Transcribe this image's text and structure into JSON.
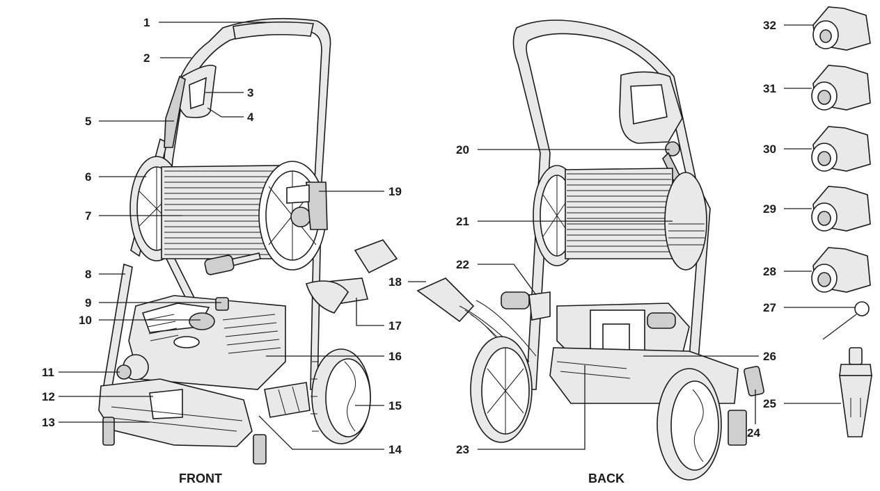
{
  "captions": {
    "front": "FRONT",
    "back": "BACK"
  },
  "callouts": [
    "1",
    "2",
    "3",
    "4",
    "5",
    "6",
    "7",
    "8",
    "9",
    "10",
    "11",
    "12",
    "13",
    "14",
    "15",
    "16",
    "17",
    "18",
    "19",
    "20",
    "21",
    "22",
    "23",
    "24",
    "25",
    "26",
    "27",
    "28",
    "29",
    "30",
    "31",
    "32"
  ]
}
